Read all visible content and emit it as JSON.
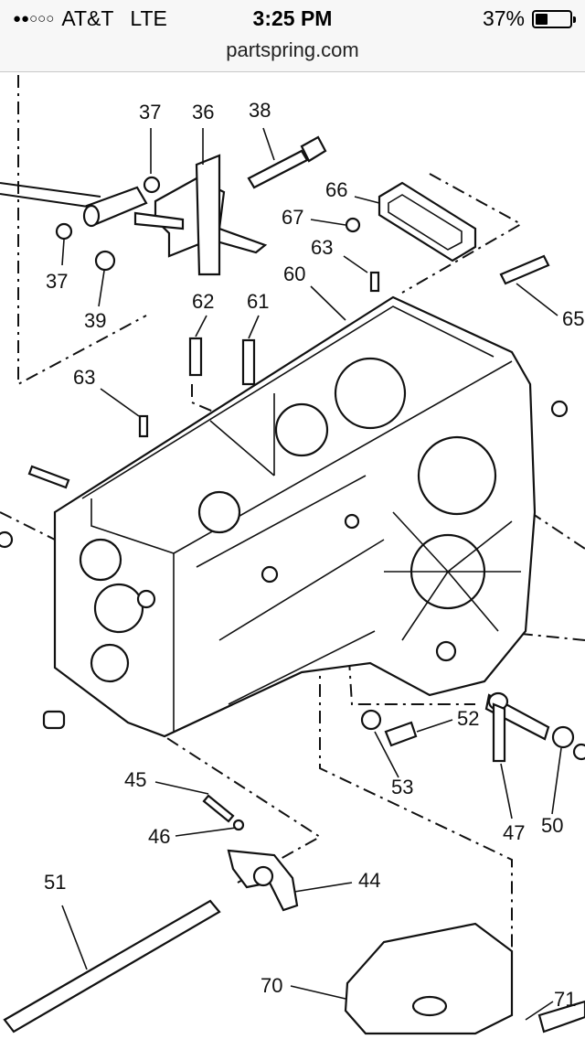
{
  "status_bar": {
    "signal": "●●○○○",
    "carrier": "AT&T",
    "network": "LTE",
    "time": "3:25 PM",
    "battery_percent": "37%",
    "battery_level": 0.37
  },
  "browser": {
    "url": "partspring.com"
  },
  "diagram": {
    "callouts": [
      "37",
      "36",
      "38",
      "66",
      "67",
      "63",
      "37",
      "39",
      "62",
      "61",
      "60",
      "65",
      "63",
      "52",
      "53",
      "47",
      "50",
      "45",
      "46",
      "44",
      "51",
      "70",
      "71"
    ]
  }
}
